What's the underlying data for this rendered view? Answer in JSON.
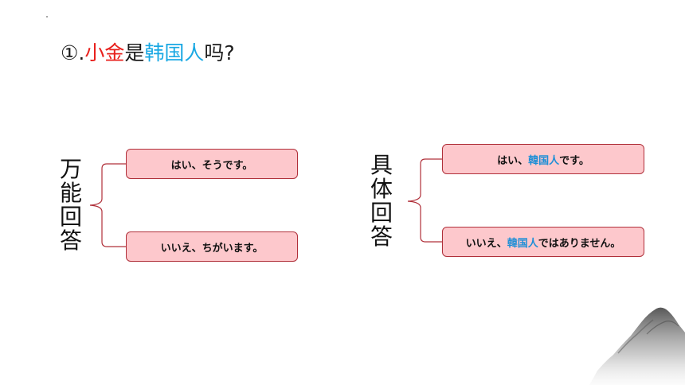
{
  "question": {
    "number": "①.",
    "name": "小金",
    "verb": "是",
    "nationality": "韩国人",
    "ending": "吗?"
  },
  "left_group": {
    "label": [
      "万",
      "能",
      "回",
      "答"
    ],
    "yes_answer": "はい、そうです。",
    "no_answer": "いいえ、ちがいます。"
  },
  "right_group": {
    "label": [
      "具",
      "体",
      "回",
      "答"
    ],
    "yes_answer": {
      "before": "はい、",
      "highlight": "韓国人",
      "after": "です。"
    },
    "no_answer": {
      "before": "いいえ、",
      "highlight": "韓国人",
      "after": "ではありません。"
    }
  },
  "colors": {
    "name_red": "#e8201c",
    "highlight_blue": "#19a8e3",
    "box_fill": "#fdc8cc",
    "box_border": "#b0303a"
  }
}
